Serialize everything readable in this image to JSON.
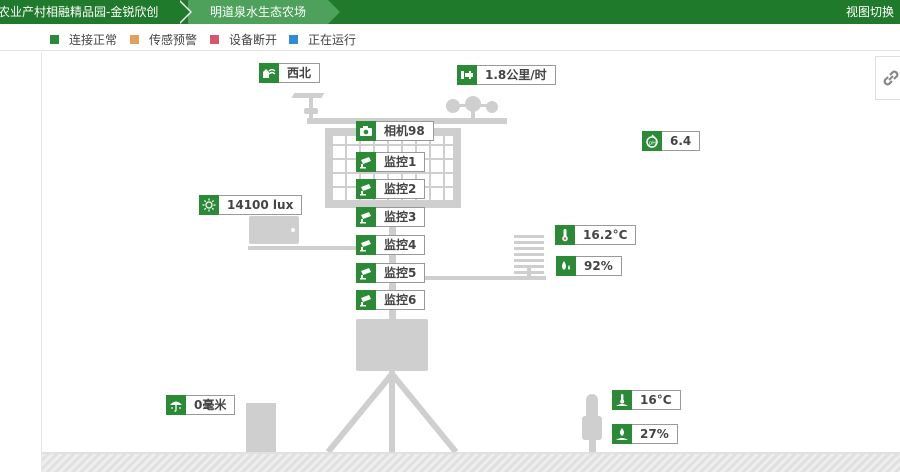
{
  "breadcrumb": {
    "items": [
      "农业产村相融精品园-金锐欣创",
      "明道泉水生态农场"
    ],
    "view_toggle": "视图切换"
  },
  "legend": [
    {
      "label": "连接正常",
      "color": "#2a8a35"
    },
    {
      "label": "传感预警",
      "color": "#e3a05a"
    },
    {
      "label": "设备断开",
      "color": "#d9576e"
    },
    {
      "label": "正在运行",
      "color": "#2f8dd6"
    }
  ],
  "sensors": {
    "wind_direction": {
      "value": "西北",
      "icon": "wind-direction-icon"
    },
    "wind_speed": {
      "value": "1.8公里/时",
      "icon": "wind-speed-icon"
    },
    "camera": {
      "value": "相机98",
      "icon": "camera-icon"
    },
    "ph": {
      "value": "6.4",
      "icon": "ph-icon"
    },
    "light": {
      "value": "14100 lux",
      "icon": "sun-icon"
    },
    "monitors": [
      "监控1",
      "监控2",
      "监控3",
      "监控4",
      "监控5",
      "监控6"
    ],
    "air_temp": {
      "value": "16.2°C",
      "icon": "thermometer-icon"
    },
    "humidity": {
      "value": "92%",
      "icon": "water-drop-icon"
    },
    "rainfall": {
      "value": "0毫米",
      "icon": "rain-icon"
    },
    "soil_temp": {
      "value": "16°C",
      "icon": "soil-temperature-icon"
    },
    "soil_moisture": {
      "value": "27%",
      "icon": "soil-moisture-icon"
    }
  }
}
